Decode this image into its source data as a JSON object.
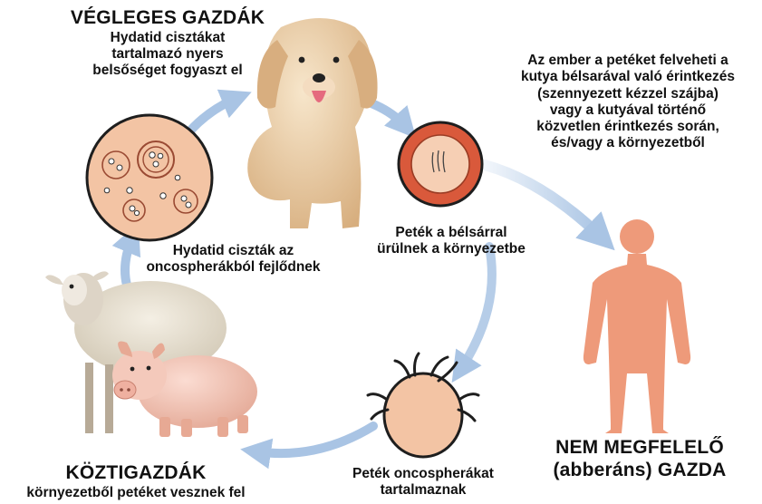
{
  "definitive_host": {
    "title": "VÉGLEGES GAZDÁK",
    "lines": [
      "Hydatid cisztákat",
      "tartalmazó nyers",
      "belsőséget fogyaszt el"
    ]
  },
  "human_transmission": {
    "lines": [
      "Az ember a petéket felveheti a",
      "kutya bélsarával való érintkezés",
      "(szennyezett kézzel szájba)",
      "vagy a kutyával történő",
      "közvetlen érintkezés  során,",
      "és/vagy a környezetből"
    ]
  },
  "eggs_passed": {
    "lines": [
      "Peték a bélsárral",
      "ürülnek a környezetbe"
    ]
  },
  "cysts_develop": {
    "lines": [
      "Hydatid ciszták az",
      "oncospherákból fejlődnek"
    ]
  },
  "aberrant_host": {
    "lines": [
      "NEM MEGFELELŐ",
      "(abberáns) GAZDA"
    ]
  },
  "eggs_oncospheres": {
    "lines": [
      "Peték oncospherákat",
      "tartalmaznak"
    ]
  },
  "intermediate_host": {
    "title": "KÖZTIGAZDÁK",
    "subtitle": "környezetből petéket vesznek fel"
  },
  "colors": {
    "arrow": "#a9c4e4",
    "cyst_fill": "#f3c4a4",
    "cyst_ring": "#d9704f",
    "egg_outer": "#d9593b",
    "egg_inner": "#f6cfb4",
    "human": "#ee9a7a",
    "dog": "#e7c8a0",
    "sheep_wool": "#ece5d6",
    "pig": "#f2c3b5"
  }
}
